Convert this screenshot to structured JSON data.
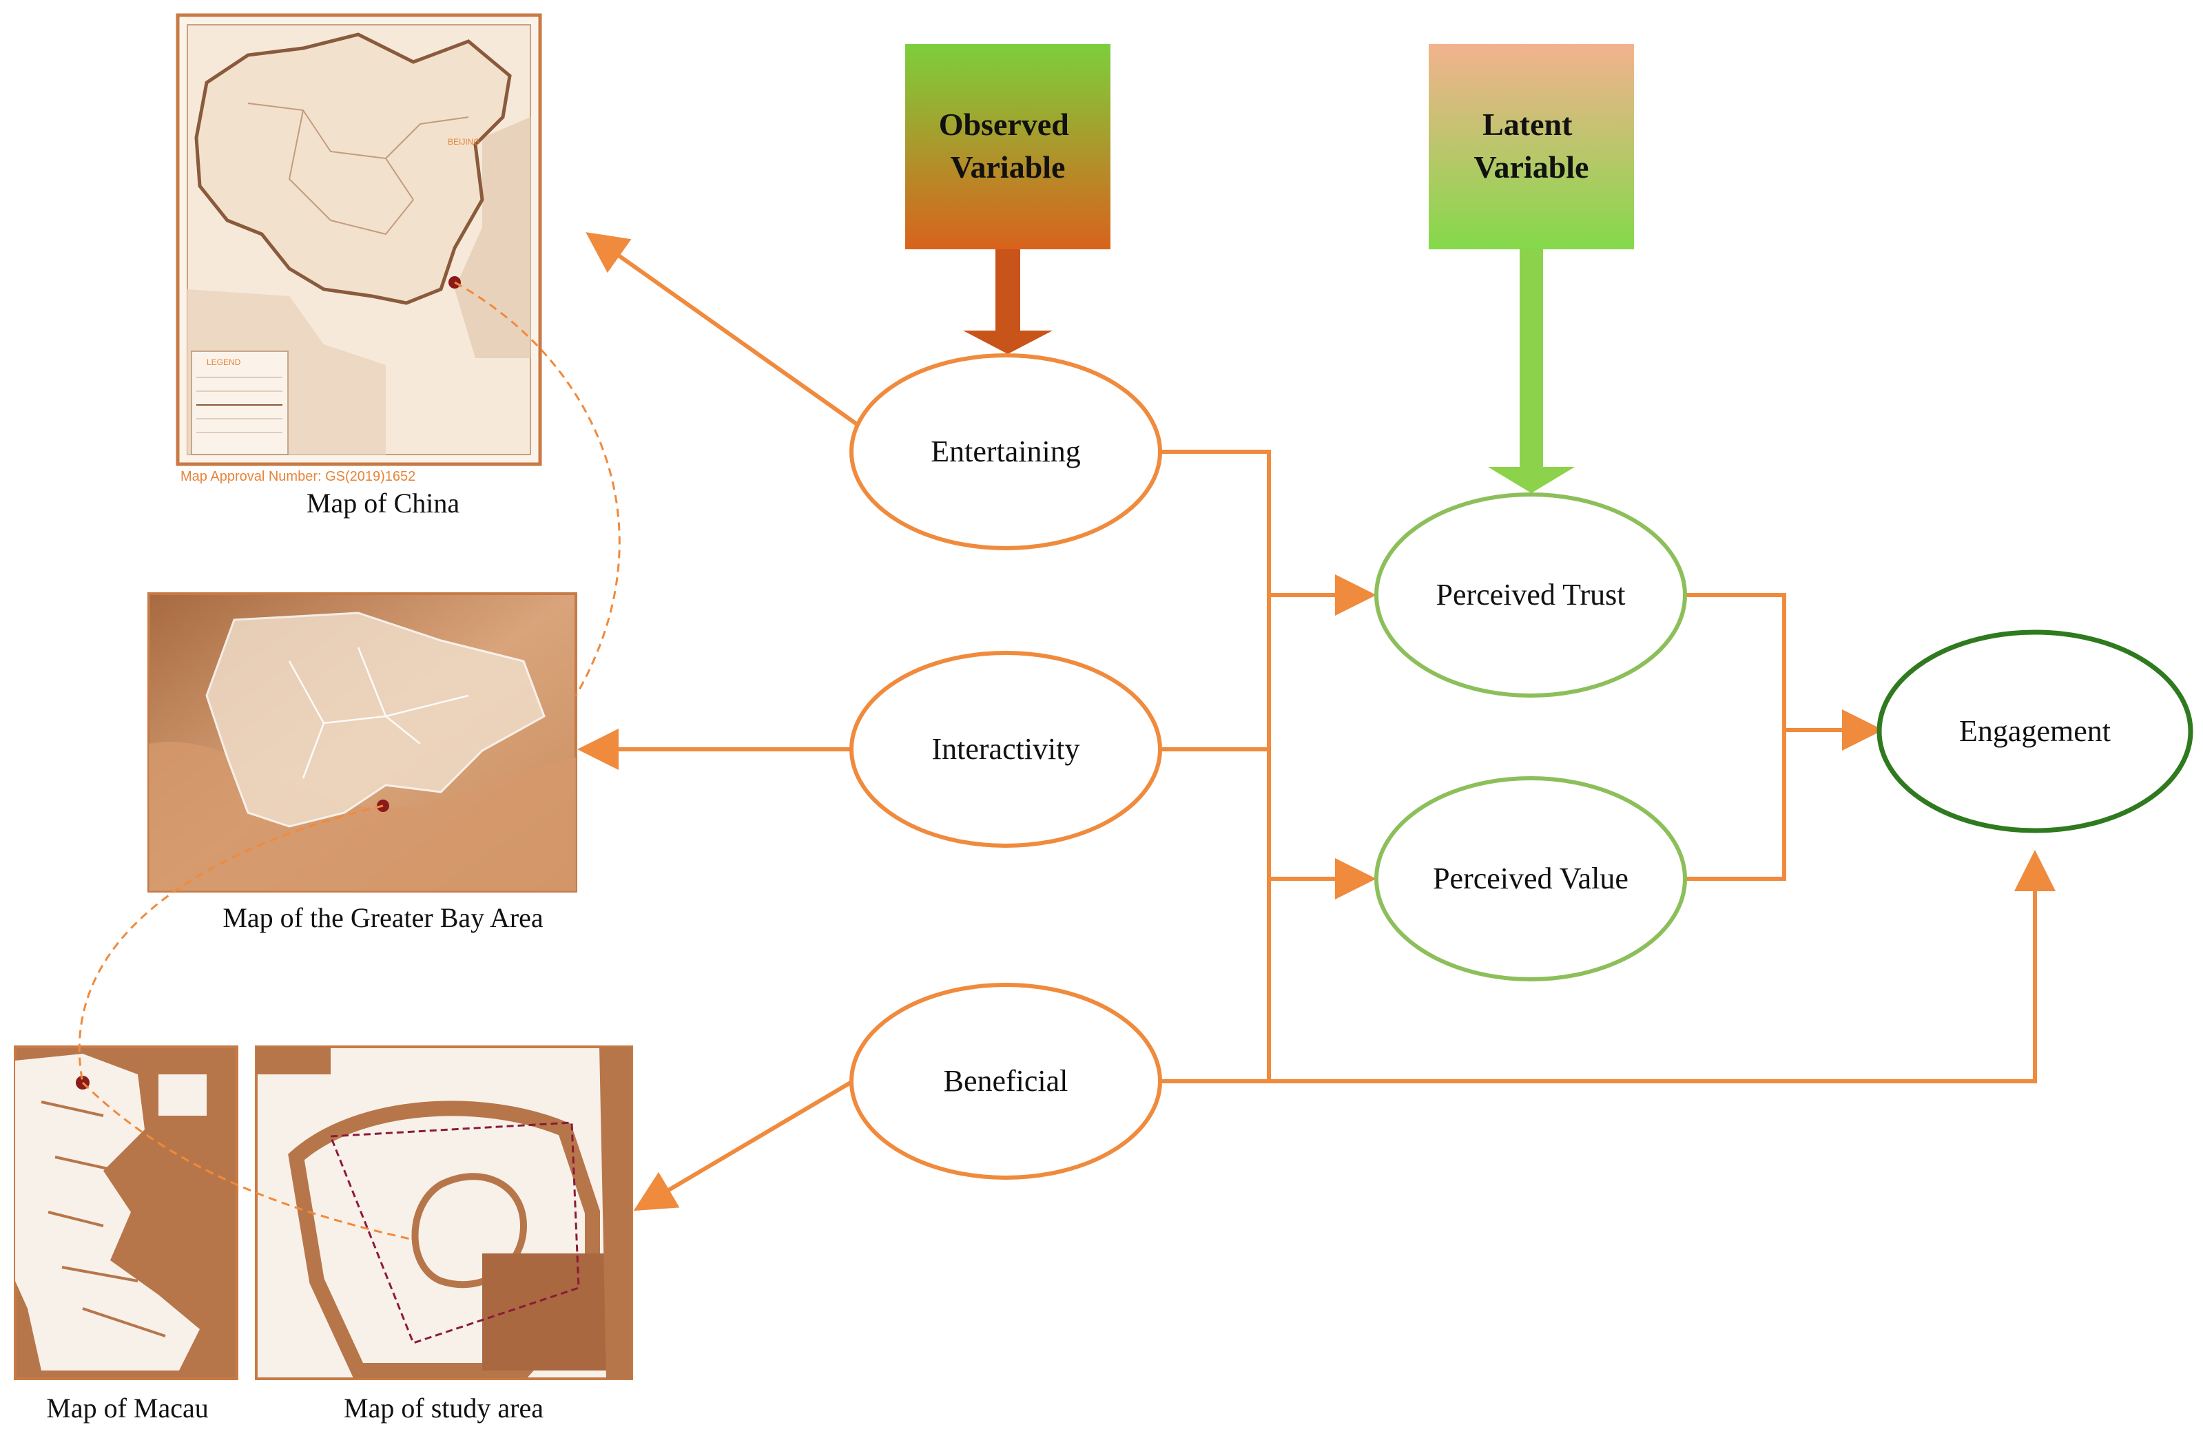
{
  "legend": {
    "observed": "Observed\nVariable",
    "latent": "Latent\nVariable"
  },
  "nodes": {
    "entertaining": "Entertaining",
    "interactivity": "Interactivity",
    "beneficial": "Beneficial",
    "perceived_trust": "Perceived Trust",
    "perceived_value": "Perceived Value",
    "engagement": "Engagement"
  },
  "maps": {
    "china_caption": "Map of China",
    "china_approval": "Map Approval Number: GS(2019)1652",
    "china_legend_title": "LEGEND",
    "china_capital": "BEIJING",
    "gba_caption": "Map of the Greater Bay Area",
    "macau_caption": "Map of Macau",
    "study_caption": "Map of study area"
  },
  "colors": {
    "orange": "#f08a3c",
    "green": "#8cbf5a",
    "dark_green": "#2f7a1f",
    "map_brown": "#b7764a",
    "map_bg": "#f4e7d8"
  }
}
